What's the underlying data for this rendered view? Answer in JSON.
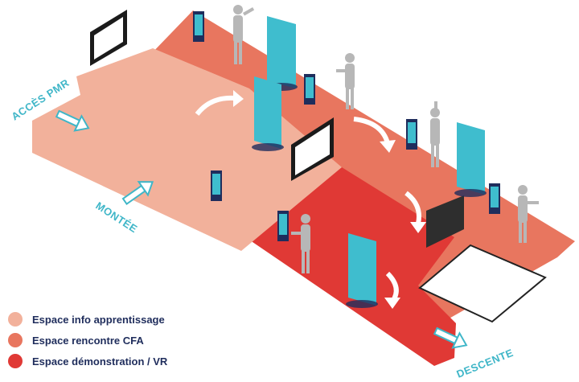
{
  "entrances": {
    "acces_pmr": "ACCÈS PMR",
    "montee": "MONTÉE",
    "descente": "DESCENTE"
  },
  "legend": [
    {
      "label": "Espace info apprentissage",
      "color": "#f2b19b"
    },
    {
      "label": "Espace rencontre CFA",
      "color": "#e8765f"
    },
    {
      "label": "Espace démonstration / VR",
      "color": "#e03935"
    }
  ],
  "colors": {
    "zone_info": "#f2b19b",
    "zone_rencontre": "#e8765f",
    "zone_vr": "#e03935",
    "rollup": "#3fbdce",
    "arrow": "#3fb6c8",
    "person": "#b7b7b7"
  }
}
